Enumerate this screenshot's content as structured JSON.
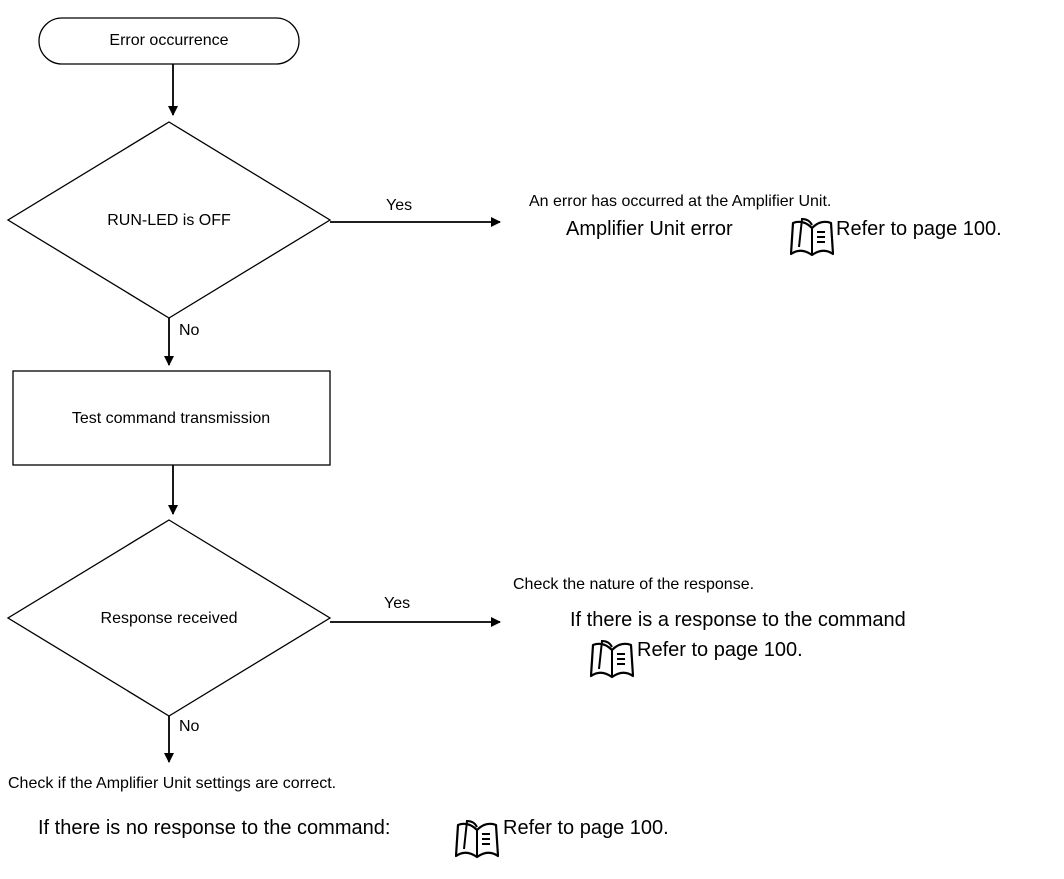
{
  "flowchart": {
    "start": "Error occurrence",
    "decision1": {
      "label": "RUN-LED is OFF",
      "yes": "Yes",
      "no": "No",
      "yes_result": {
        "heading": "An error has occurred at the Amplifier Unit.",
        "detail": "Amplifier Unit error",
        "reference": "Refer to page 100."
      }
    },
    "process": "Test command transmission",
    "decision2": {
      "label": "Response received",
      "yes": "Yes",
      "no": "No",
      "yes_result": {
        "heading": "Check the nature of the response.",
        "detail": "If there is a response to the command",
        "reference": "Refer to page 100."
      },
      "no_result": {
        "heading": "Check if the Amplifier Unit settings are correct.",
        "detail": "If there is no response to the command:",
        "reference": "Refer to page 100."
      }
    },
    "icons": {
      "reference": "manual-book-icon"
    }
  }
}
